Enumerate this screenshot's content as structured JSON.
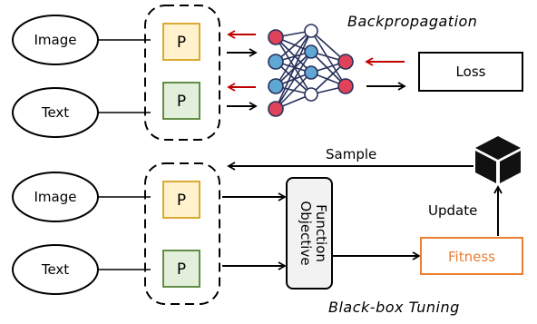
{
  "top": {
    "input_image": "Image",
    "input_text": "Text",
    "prompt_image": "P",
    "prompt_text": "P",
    "loss": "Loss",
    "caption": "Backpropagation"
  },
  "bottom": {
    "input_image": "Image",
    "input_text": "Text",
    "prompt_image": "P",
    "prompt_text": "P",
    "objective_function": "Objective Function",
    "fitness": "Fitness",
    "sample": "Sample",
    "update": "Update",
    "caption": "Black-box Tuning"
  },
  "colors": {
    "prompt_image_fill": "#fff2cc",
    "prompt_image_stroke": "#d6a21e",
    "prompt_text_fill": "#e2efda",
    "prompt_text_stroke": "#548235",
    "backprop_arrow": "#c00000",
    "fitness_text": "#ed7d31",
    "fitness_stroke": "#ed7d31",
    "node_red": "#e0425a",
    "node_blue": "#5fa8d3",
    "node_navy": "#27305a"
  }
}
